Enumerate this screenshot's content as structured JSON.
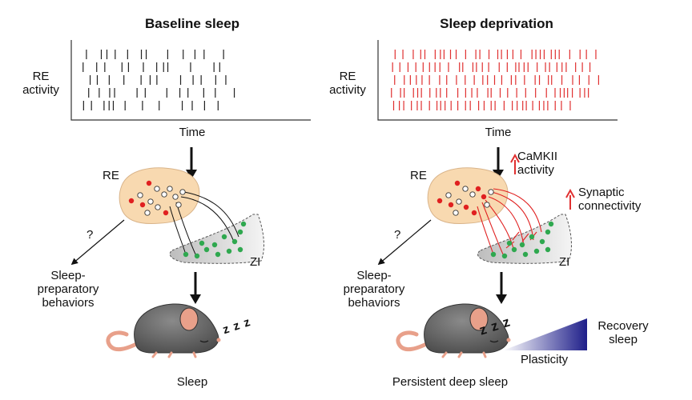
{
  "left_panel": {
    "title": "Baseline sleep",
    "raster_label_line1": "RE",
    "raster_label_line2": "activity",
    "x_axis_label": "Time",
    "nucleus_label": "RE",
    "target_label": "ZI",
    "question_mark": "?",
    "behavior_label_line1": "Sleep-",
    "behavior_label_line2": "preparatory",
    "behavior_label_line3": "behaviors",
    "snore": "z z z",
    "outcome_label": "Sleep",
    "spike_color": "#222222"
  },
  "right_panel": {
    "title": "Sleep deprivation",
    "raster_label_line1": "RE",
    "raster_label_line2": "activity",
    "x_axis_label": "Time",
    "nucleus_label": "RE",
    "target_label": "ZI",
    "camkii_line1": "CaMKII",
    "camkii_line2": "activity",
    "synaptic_line1": "Synaptic",
    "synaptic_line2": "connectivity",
    "question_mark": "?",
    "behavior_label_line1": "Sleep-",
    "behavior_label_line2": "preparatory",
    "behavior_label_line3": "behaviors",
    "snore": "z z z",
    "plasticity_label": "Plasticity",
    "recovery_line1": "Recovery",
    "recovery_line2": "sleep",
    "outcome_label": "Persistent deep sleep",
    "spike_color": "#e03030"
  },
  "colors": {
    "nucleus_fill": "#f8d9b0",
    "red_neuron": "#e02020",
    "green_neuron": "#2fa84f",
    "mouse_body": "#6e6e6e",
    "mouse_pink": "#e8a08a",
    "gradient_end": "#1f1f8a",
    "up_arrow": "#e03030"
  },
  "icons": {
    "up_arrow": "up-arrow-icon",
    "down_arrow": "down-arrow-icon",
    "mouse": "sleeping-mouse-icon"
  }
}
